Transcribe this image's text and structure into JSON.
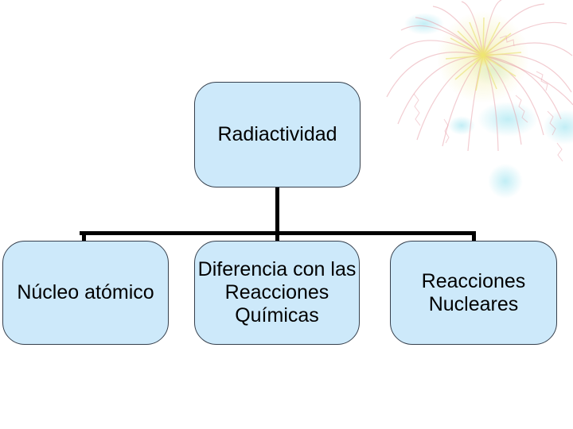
{
  "diagram": {
    "type": "hierarchy",
    "root": {
      "label": "Radiactividad"
    },
    "children": [
      {
        "label": "Núcleo atómico"
      },
      {
        "label": "Diferencia con las Reacciones Químicas"
      },
      {
        "label": "Reacciones Nucleares"
      }
    ]
  },
  "decoration": {
    "type": "fireworks-clipart",
    "position": "top-right"
  },
  "theme": {
    "background": "#ffffff",
    "node_fill": "#cde9fa",
    "node_border": "#36404d",
    "node_text": "#000000",
    "connector": "#000000",
    "firework_pink": "#e28894",
    "firework_yellow": "#e9e273",
    "firework_cyan": "#9fe4f0",
    "firework_green": "#cdeabc",
    "firework_core": "#ede351"
  }
}
